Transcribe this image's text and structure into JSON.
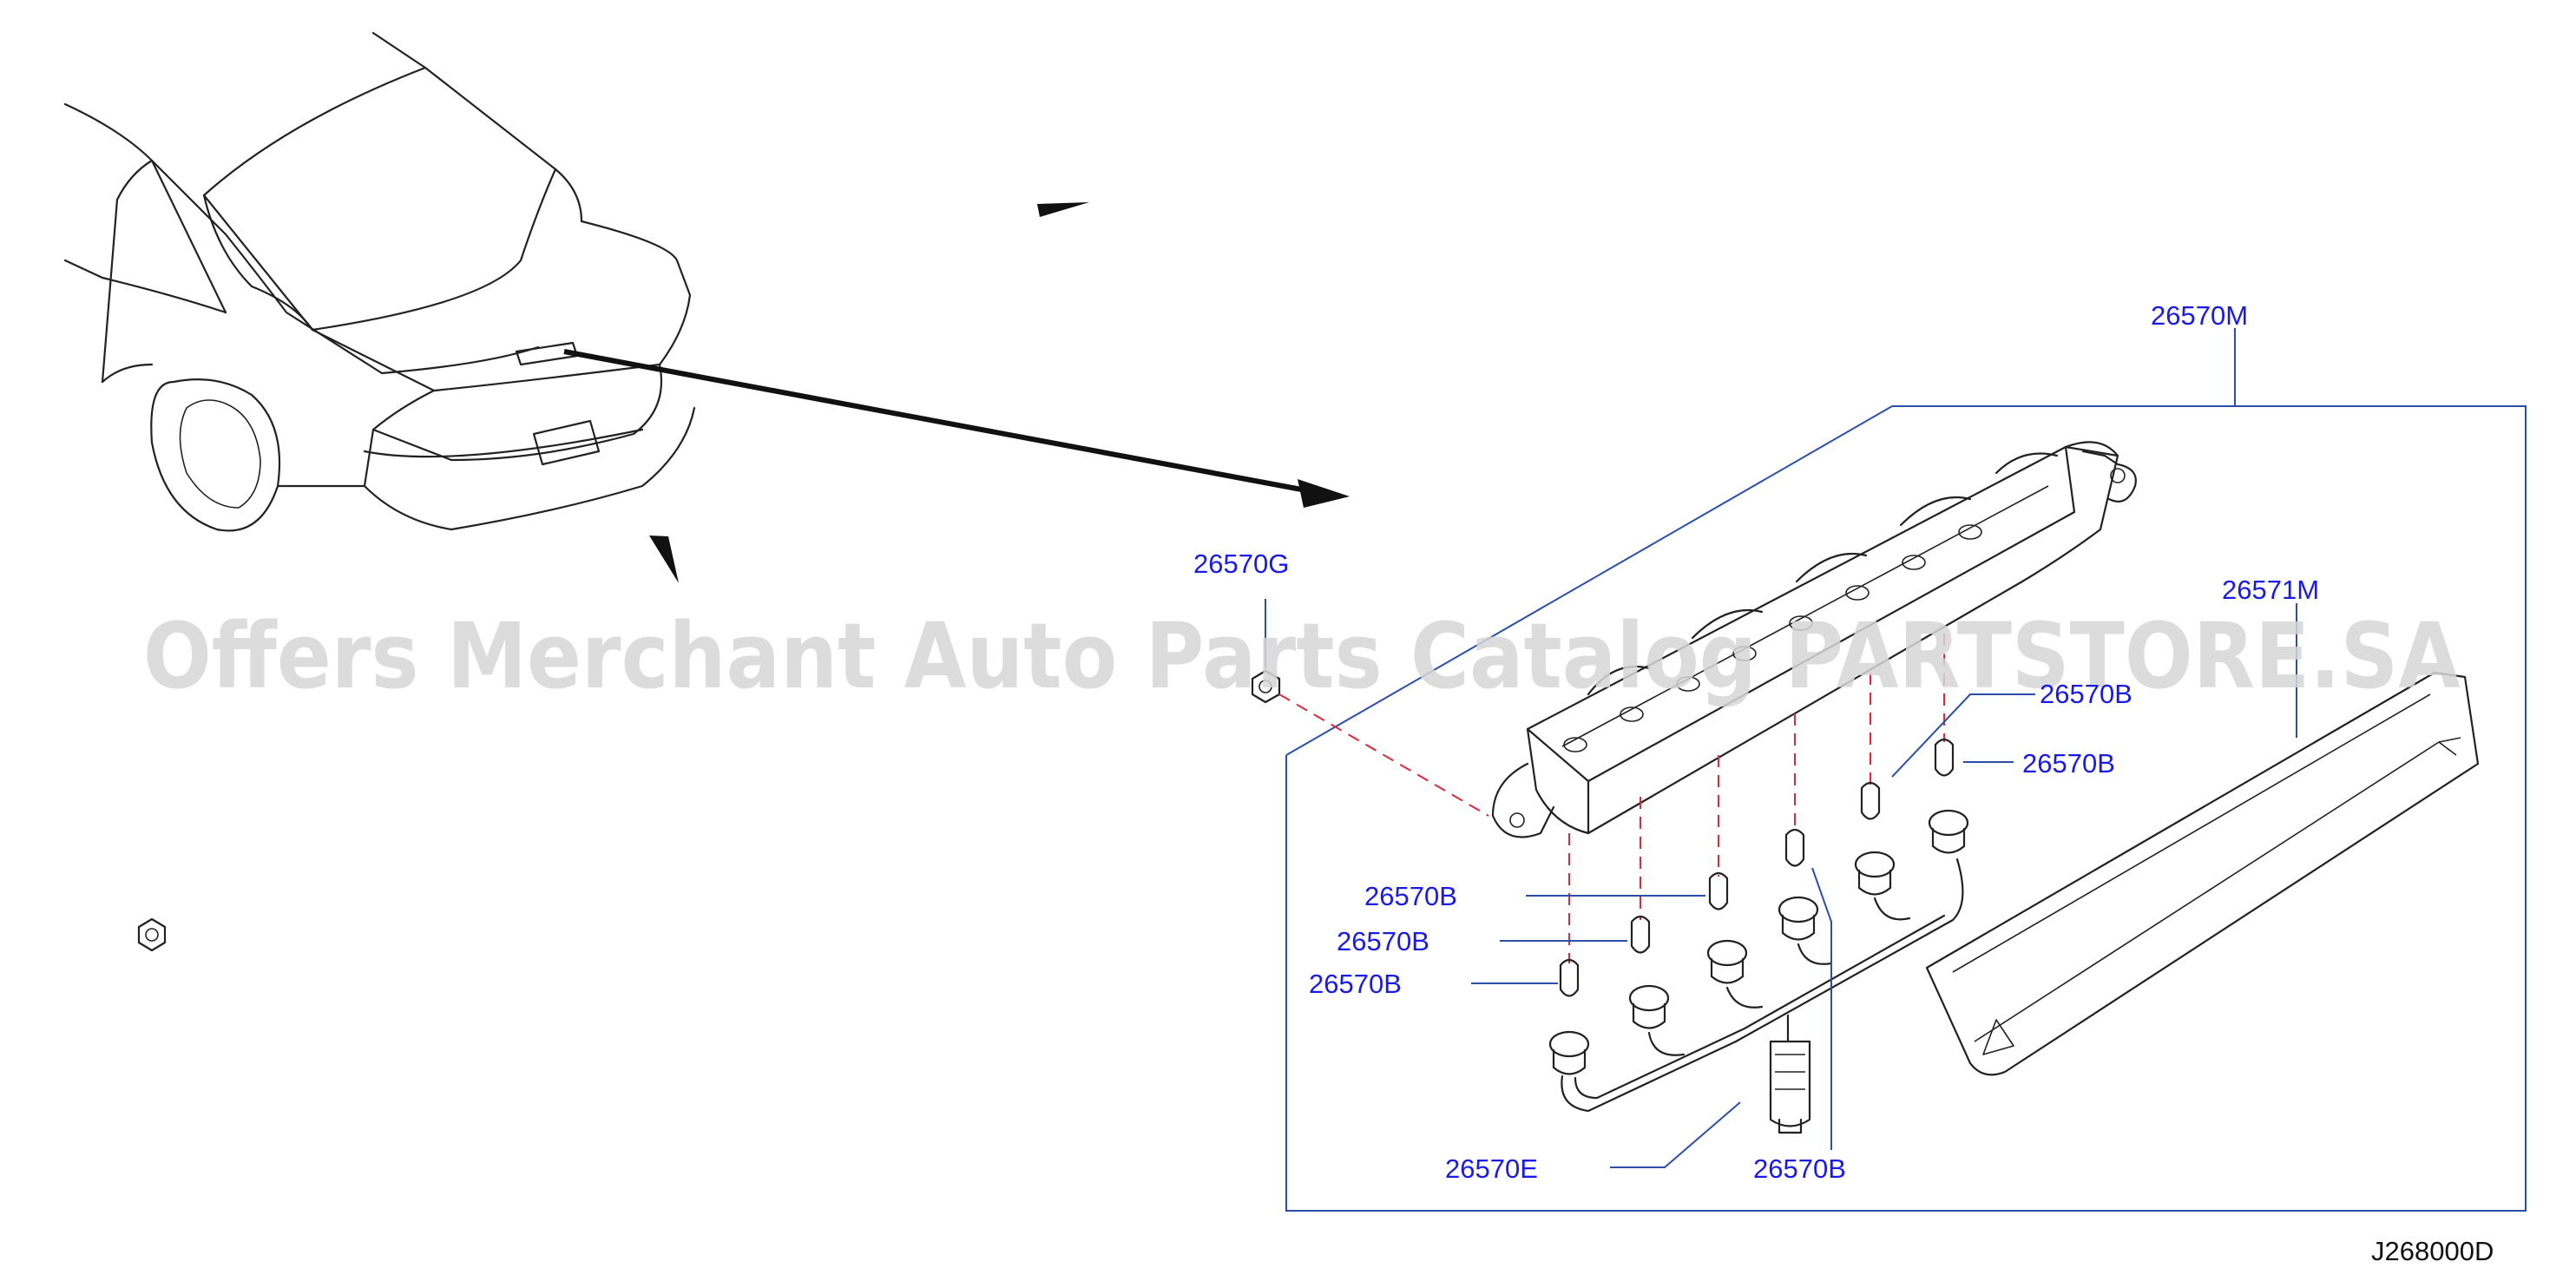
{
  "watermark": "Offers Merchant Auto Parts Catalog PARTSTORE.SA",
  "callouts": {
    "assembly": "26570M",
    "cover": "26571M",
    "nut": "26570G",
    "harness": "26570E",
    "bulb_top_right_a": "26570B",
    "bulb_top_right_b": "26570B",
    "bulb_left_1": "26570B",
    "bulb_left_2": "26570B",
    "bulb_left_3": "26570B",
    "bulb_bottom": "26570B"
  },
  "diagram_ref": "J268000D",
  "colors": {
    "callout": "#1a1ae6",
    "frame": "#2b4fa8",
    "leader_dashed": "#e0263a",
    "linework": "#222222",
    "watermark": "#d7d7d7"
  }
}
